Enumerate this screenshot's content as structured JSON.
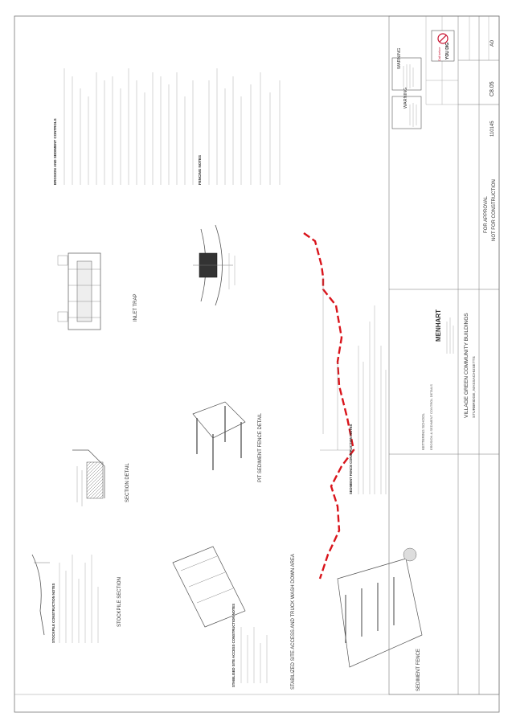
{
  "title_block": {
    "company": "MENHART",
    "project_name": "VILLAGE GREEN COMMUNITY BUILDINGS",
    "project_location": "STURBRIDGE, MASSACHUSETTS",
    "client": "KETTERING SCHOOL",
    "sheet_title": "EROSION & SEDIMENT CONTROL DETAILS",
    "status_1": "FOR APPROVAL",
    "status_2": "NOT FOR CONSTRUCTION",
    "job_no": "110145",
    "sheet_no": "C8.05",
    "rev": "A0"
  },
  "logo": {
    "line1": "Call before",
    "line2": "YOU DIG"
  },
  "warnings": {
    "heading_1": "WARNING",
    "heading_2": "WARNING"
  },
  "details": {
    "stockpile": "STOCKPILE SECTION",
    "section": "SECTION DETAIL",
    "pit": "PIT SEDIMENT FENCE DETAIL",
    "inlet": "INLET TRAP",
    "sediment_fence": "SEDIMENT FENCE",
    "stabilized": "STABILIZED SITE ACCESS AND TRUCK WASH DOWN AREA"
  },
  "notes": {
    "erosion_heading": "EROSION AND SEDIMENT CONTROLS",
    "fencing_heading": "FENCING NOTES",
    "stockpile_heading": "STOCKPILE CONSTRUCTION NOTES",
    "sediment_heading": "SEDIMENT FENCE CONSTRUCTION NOTES",
    "access_heading": "STABILISED SITE ACCESS CONSTRUCTION NOTES"
  },
  "colors": {
    "line": "#555555",
    "dashed_red": "#d9141b",
    "logo_red": "#c8102e"
  }
}
